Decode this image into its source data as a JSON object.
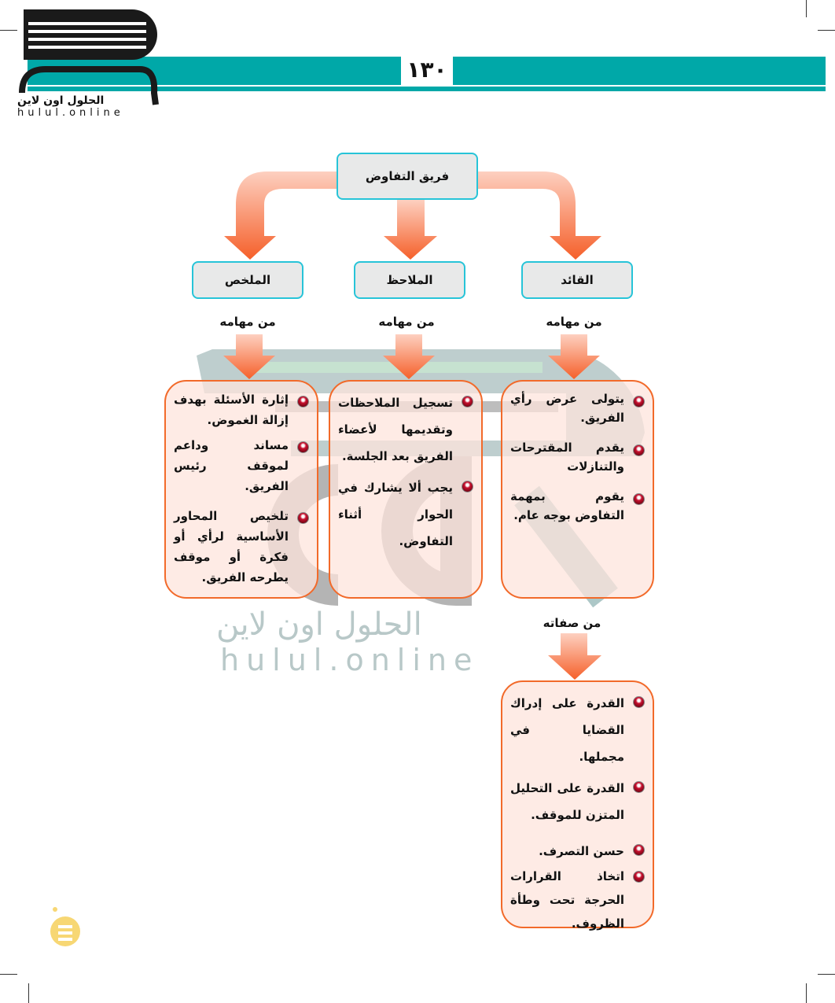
{
  "header": {
    "page_number": "١٣٠",
    "logo_ar": "حلول",
    "logo_sub_ar": "الحلول اون لاين",
    "logo_sub_en": "hulul.online"
  },
  "watermark": {
    "ar": "الحلول اون لاين",
    "en": "hulul.online"
  },
  "root": "فريق التفاوض",
  "roles": [
    {
      "title": "القائد",
      "tasks_label": "من مهامه",
      "tasks": [
        "يتولى عرض رأي الفريق.",
        "يقدم المقترحات والتنازلات",
        "يقوم بمهمة التفاوض بوجه عام."
      ]
    },
    {
      "title": "الملاحظ",
      "tasks_label": "من مهامه",
      "tasks": [
        "تسجيل الملاحظات وتقديمها لأعضاء الفريق بعد الجلسة.",
        "يجب ألا يشارك في الحوار أثناء التفاوض."
      ]
    },
    {
      "title": "الملخص",
      "tasks_label": "من مهامه",
      "tasks": [
        "إثارة الأسئلة بهدف إزالة الغموض.",
        "مساند وداعم لموقف رئيس الفريق.",
        "تلخيص المحاور الأساسية لرأي أو فكرة أو موقف يطرحه الفريق."
      ]
    }
  ],
  "leader_traits": {
    "label": "من صفاته",
    "items": [
      "القدرة على إدراك القضايا في مجملها.",
      "القدرة على التحليل المتزن للموقف.",
      "حسن التصرف.",
      "اتخاذ القرارات الحرجة تحت وطأة الظروف."
    ]
  }
}
